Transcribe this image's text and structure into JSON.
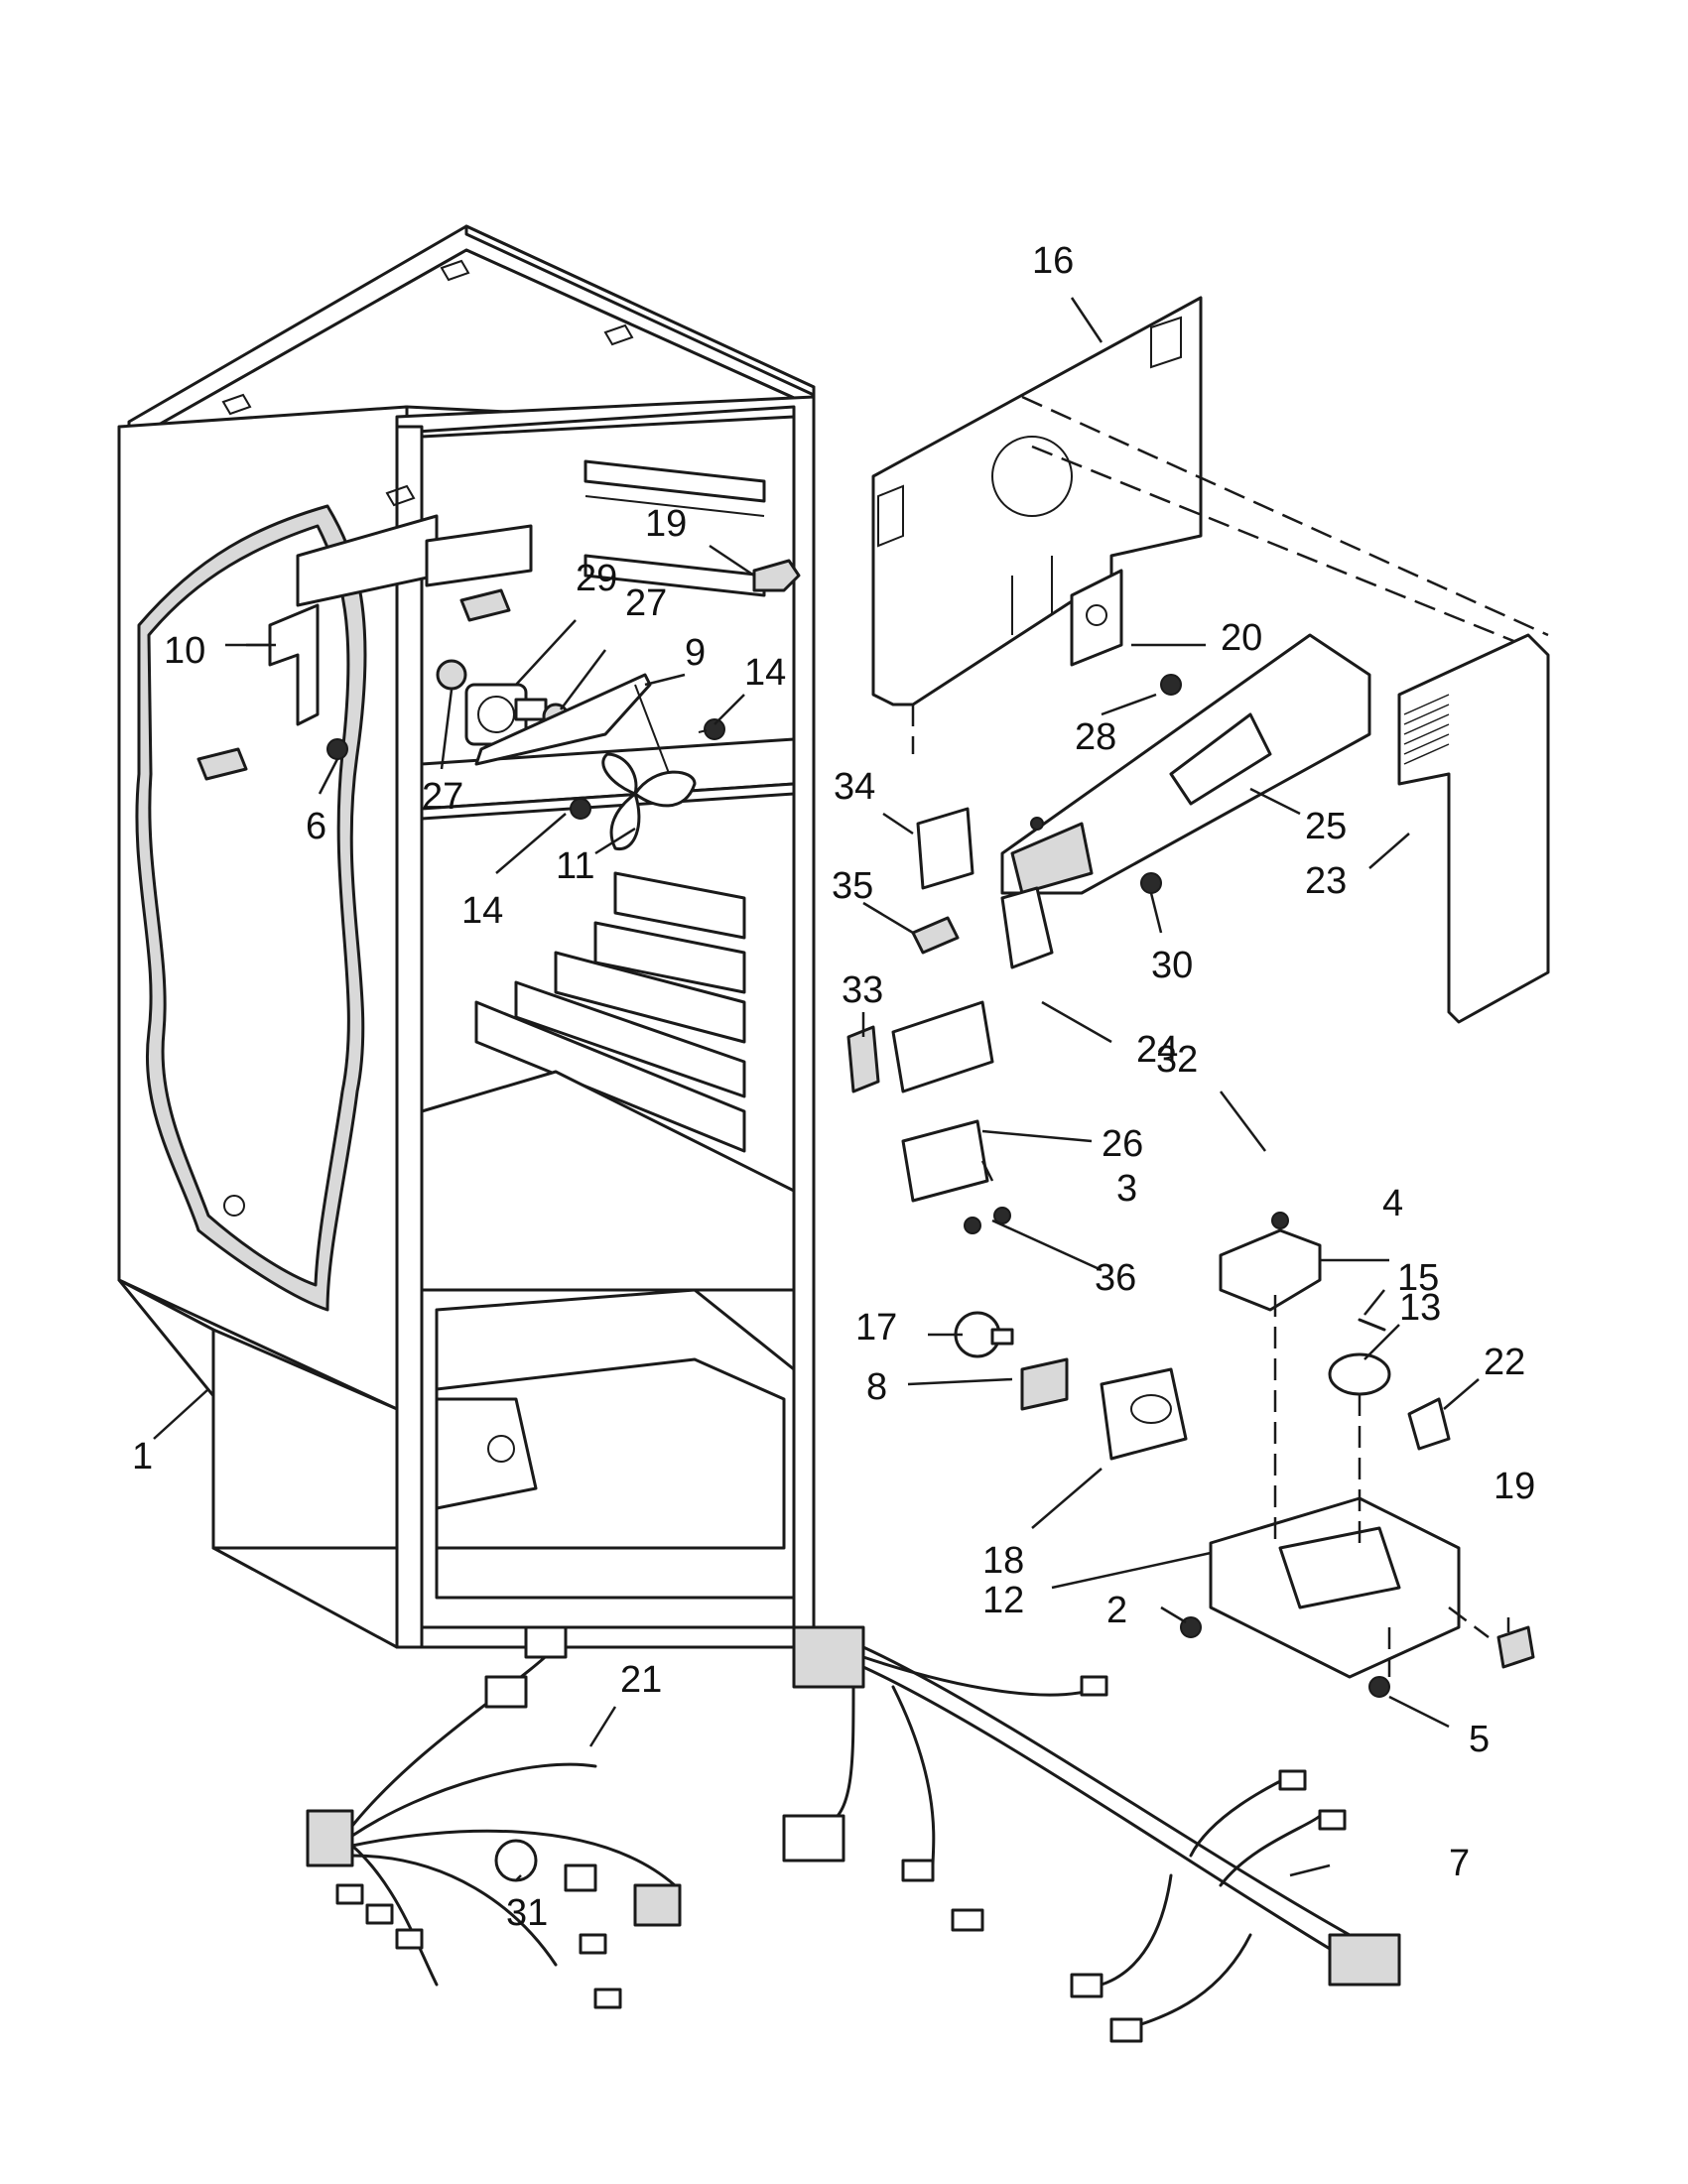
{
  "callouts": [
    {
      "id": "c1",
      "label": "1"
    },
    {
      "id": "c2",
      "label": "2"
    },
    {
      "id": "c3",
      "label": "3"
    },
    {
      "id": "c4",
      "label": "4"
    },
    {
      "id": "c5",
      "label": "5"
    },
    {
      "id": "c6",
      "label": "6"
    },
    {
      "id": "c7",
      "label": "7"
    },
    {
      "id": "c8",
      "label": "8"
    },
    {
      "id": "c9",
      "label": "9"
    },
    {
      "id": "c10",
      "label": "10"
    },
    {
      "id": "c11",
      "label": "11"
    },
    {
      "id": "c12",
      "label": "12"
    },
    {
      "id": "c13",
      "label": "13"
    },
    {
      "id": "c14a",
      "label": "14"
    },
    {
      "id": "c14b",
      "label": "14"
    },
    {
      "id": "c15",
      "label": "15"
    },
    {
      "id": "c16",
      "label": "16"
    },
    {
      "id": "c17",
      "label": "17"
    },
    {
      "id": "c18",
      "label": "18"
    },
    {
      "id": "c19a",
      "label": "19"
    },
    {
      "id": "c19b",
      "label": "19"
    },
    {
      "id": "c20",
      "label": "20"
    },
    {
      "id": "c21",
      "label": "21"
    },
    {
      "id": "c22",
      "label": "22"
    },
    {
      "id": "c23",
      "label": "23"
    },
    {
      "id": "c24",
      "label": "24"
    },
    {
      "id": "c25",
      "label": "25"
    },
    {
      "id": "c26",
      "label": "26"
    },
    {
      "id": "c27a",
      "label": "27"
    },
    {
      "id": "c27b",
      "label": "27"
    },
    {
      "id": "c28",
      "label": "28"
    },
    {
      "id": "c29",
      "label": "29"
    },
    {
      "id": "c30",
      "label": "30"
    },
    {
      "id": "c31",
      "label": "31"
    },
    {
      "id": "c32",
      "label": "32"
    },
    {
      "id": "c33",
      "label": "33"
    },
    {
      "id": "c34",
      "label": "34"
    },
    {
      "id": "c35",
      "label": "35"
    },
    {
      "id": "c36",
      "label": "36"
    }
  ]
}
